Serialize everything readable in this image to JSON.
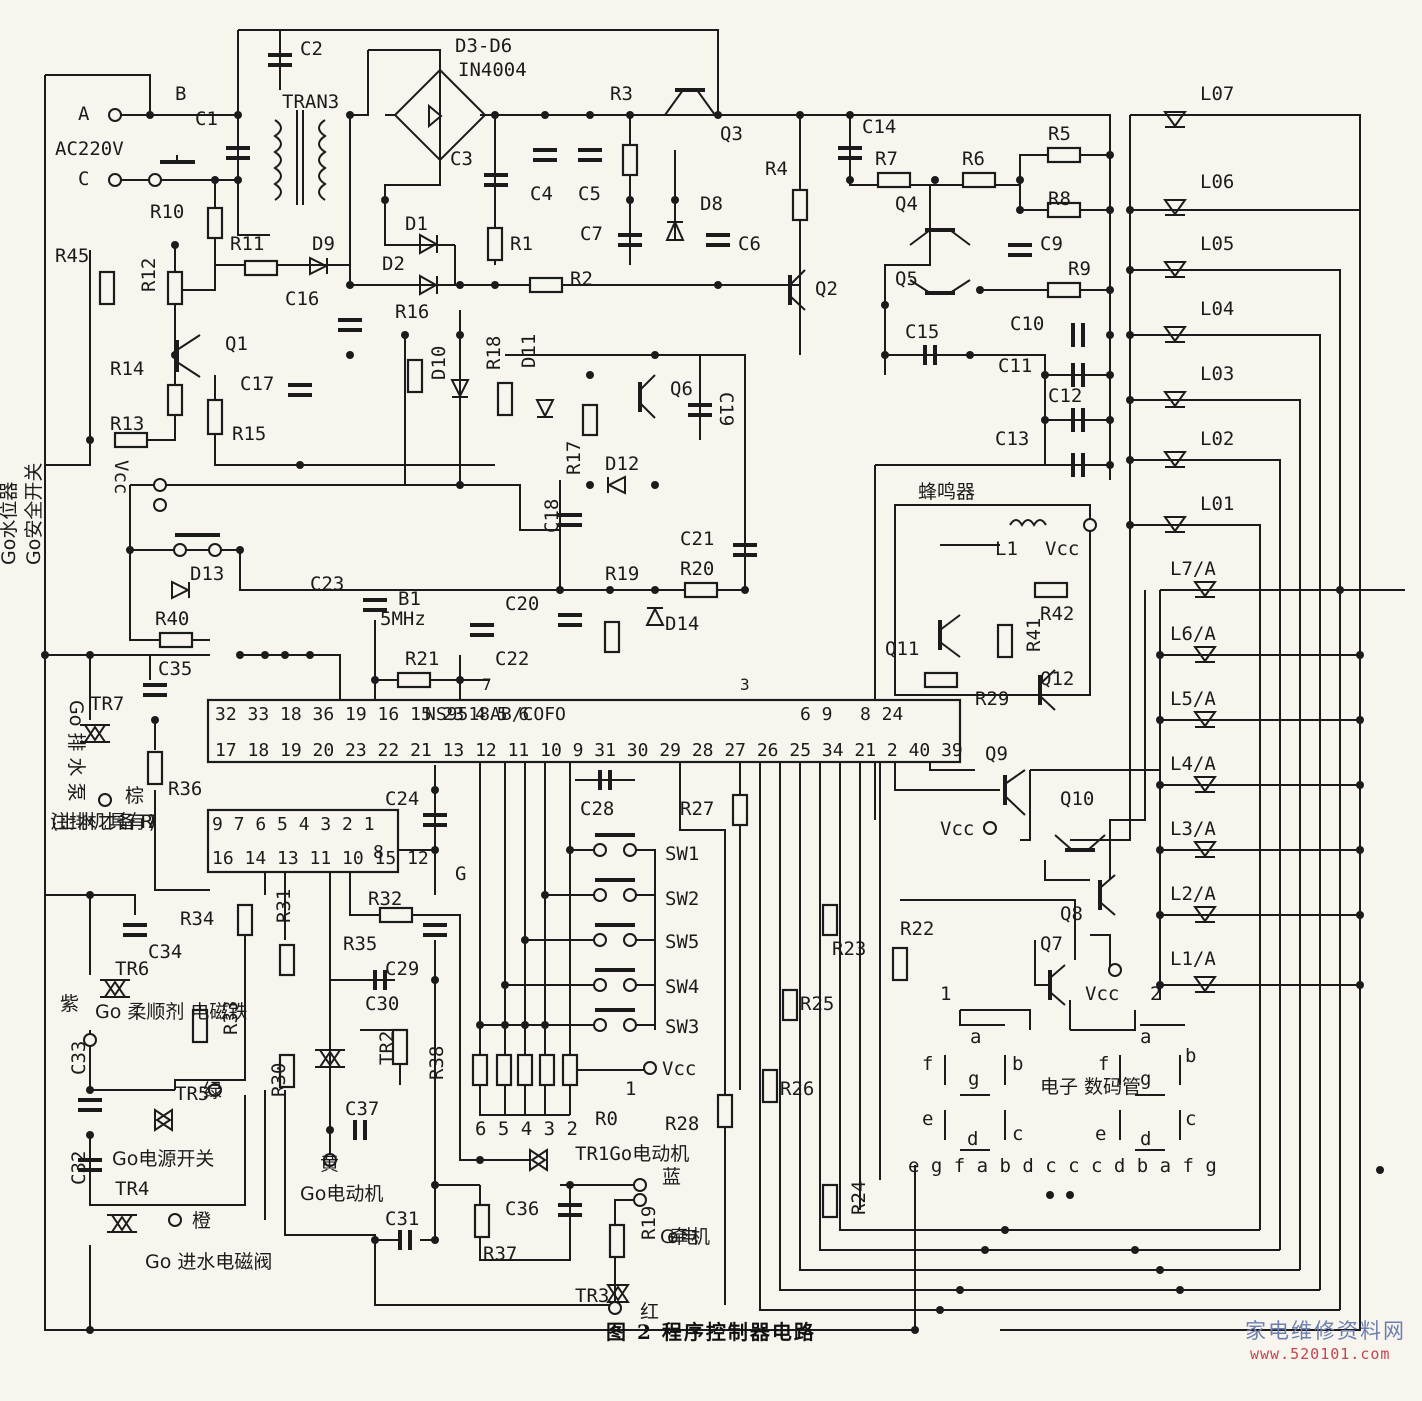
{
  "figure": {
    "caption": "图 2   程序控制器电路",
    "watermark_cn": "家电维修资料网",
    "watermark_url": "www.520101.com"
  },
  "mains": {
    "node_a": "A",
    "node_b": "B",
    "node_c": "C",
    "supply": "AC220V"
  },
  "transformer": {
    "label": "TRAN3"
  },
  "bridge": {
    "label": "D3-D6",
    "part": "IN4004"
  },
  "chip": {
    "name": "NS9518AB/COFO",
    "top_pins": "32 33 18 36 19 16 15 23 4 5 6",
    "bottom_pins": "17 18 19 20 23 22 21   13   12 11 10   9   31   30 29 28 27 26 25 34 21 2   40 39",
    "extra_pins": [
      "7",
      "3",
      "8 24",
      "6 9"
    ]
  },
  "driver_ic": {
    "top_pins": "9 7 6 5 4 3 2 1",
    "bottom_pins": "16 14 13 11 10 15 12",
    "pin8": "8"
  },
  "crystal": {
    "label": "B1",
    "freq": "5MHz"
  },
  "capacitors": [
    "C1",
    "C2",
    "C3",
    "C4",
    "C5",
    "C6",
    "C7",
    "C9",
    "C10",
    "C11",
    "C12",
    "C13",
    "C14",
    "C15",
    "C16",
    "C17",
    "C18",
    "C19",
    "C20",
    "C21",
    "C22",
    "C23",
    "C24",
    "C28",
    "C29",
    "C30",
    "C31",
    "C32",
    "C33",
    "C34",
    "C35",
    "C36",
    "C37"
  ],
  "resistors": [
    "R1",
    "R2",
    "R3",
    "R4",
    "R5",
    "R6",
    "R7",
    "R8",
    "R9",
    "R10",
    "R11",
    "R12",
    "R13",
    "R14",
    "R15",
    "R16",
    "R17",
    "R18",
    "R19",
    "R19",
    "R20",
    "R21",
    "R22",
    "R23",
    "R24",
    "R25",
    "R26",
    "R27",
    "R28",
    "R29",
    "R30",
    "R31",
    "R32",
    "R33",
    "R34",
    "R35",
    "R36",
    "R37",
    "R38",
    "R40",
    "R41",
    "R42",
    "R45",
    "R0"
  ],
  "diodes": [
    "D1",
    "D2",
    "D8",
    "D9",
    "D10",
    "D11",
    "D12",
    "D13",
    "D14"
  ],
  "transistors": [
    "Q1",
    "Q2",
    "Q3",
    "Q4",
    "Q5",
    "Q6",
    "Q7",
    "Q8",
    "Q9",
    "Q10",
    "Q11",
    "Q12"
  ],
  "triacs": {
    "tr1": "TR1",
    "tr2": "TR2",
    "tr3": "TR3",
    "tr4": "TR4",
    "tr5": "TR5",
    "tr6": "TR6",
    "tr7": "TR7"
  },
  "loads": {
    "drain_pump": "Go 排 水 泵",
    "drain_color": "棕",
    "drain_note": "(注:上排 水机才具 备有TR7)",
    "softener": "Go 柔顺剂 电磁铁",
    "softener_color": "紫",
    "power_switch": "Go电源开关",
    "power_color": "绿",
    "inlet_valve": "Go 进水电磁阀",
    "inlet_color": "橙",
    "motor_tr2": "Go电动机",
    "motor_tr2_color": "黄",
    "motor_tr1": "TR1Go电动机",
    "motor_tr1_color": "蓝",
    "traction_motor": "Go 牵 电机",
    "traction_color": "红",
    "level_switch": "Go水位器",
    "safety_switch": "Go安全开关",
    "vcc": "Vcc"
  },
  "buzzer": {
    "label": "蜂鸣器",
    "coil": "L1",
    "vcc": "Vcc"
  },
  "switches": [
    "SW1",
    "SW2",
    "SW5",
    "SW4",
    "SW3"
  ],
  "switch_resistor_pins": "6 5 4 3 2",
  "switch_resistor_pin1": "1",
  "leds_right": [
    "L07",
    "L06",
    "L05",
    "L04",
    "L03",
    "L02",
    "L01"
  ],
  "leds_mid": [
    "L7/A",
    "L6/A",
    "L5/A",
    "L4/A",
    "L3/A",
    "L2/A",
    "L1/A"
  ],
  "display": {
    "label": "电子 数码管",
    "digit1": "1",
    "digit2": "2",
    "segment_pins": "e g f a b d c c c d b a f g",
    "seg_a": "a",
    "seg_b": "b",
    "seg_c": "c",
    "seg_d": "d",
    "seg_e": "e",
    "seg_f": "f",
    "seg_g": "g"
  },
  "node_g": "G",
  "vcc_q10": "Vcc",
  "vcc_q7": "Vcc"
}
